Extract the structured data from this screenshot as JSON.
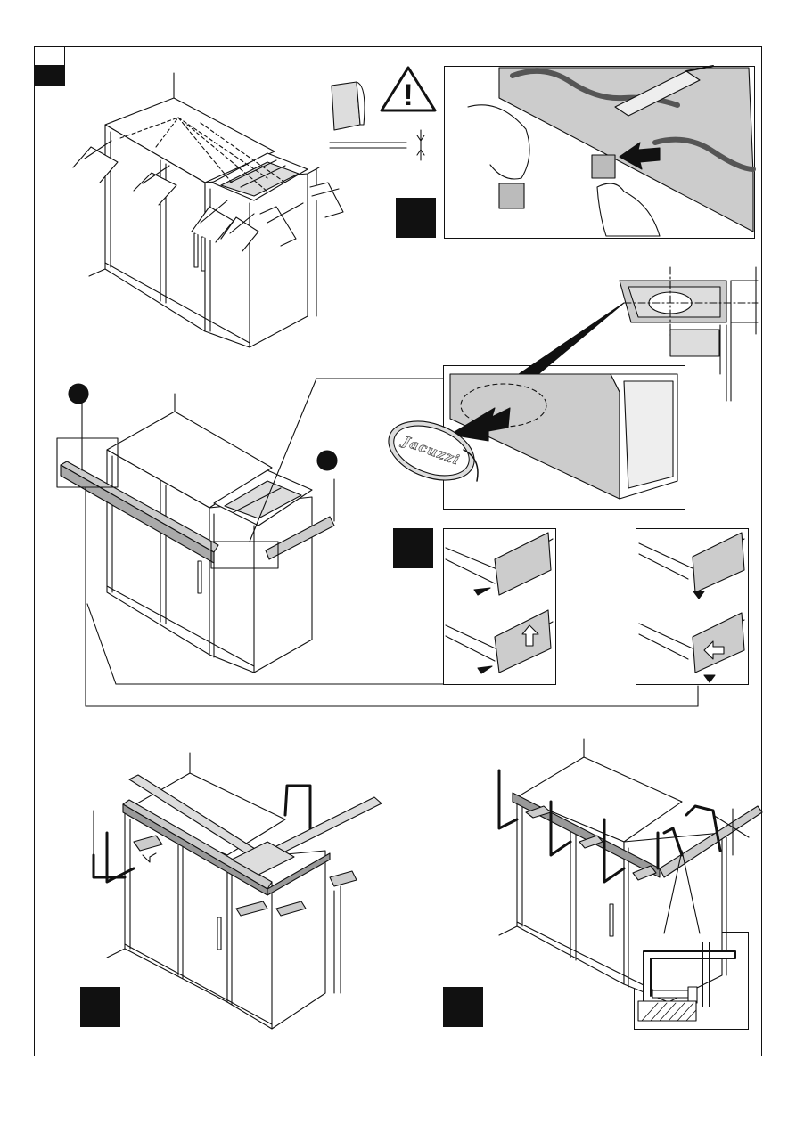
{
  "page": {
    "section_label": ""
  },
  "warning": {
    "symbol": "!",
    "icon": "warning-triangle-icon"
  },
  "steps": [
    {
      "id": "step-1",
      "label": ""
    },
    {
      "id": "step-2",
      "label": ""
    },
    {
      "id": "step-3",
      "label": ""
    },
    {
      "id": "step-4",
      "label": ""
    }
  ],
  "callouts": {
    "left_dot": "",
    "right_dot": ""
  },
  "logo": {
    "text": "Jacuzzi"
  },
  "colors": {
    "line": "#111111",
    "panel_fill": "#c8c8c8",
    "dark_fill": "#111111"
  }
}
